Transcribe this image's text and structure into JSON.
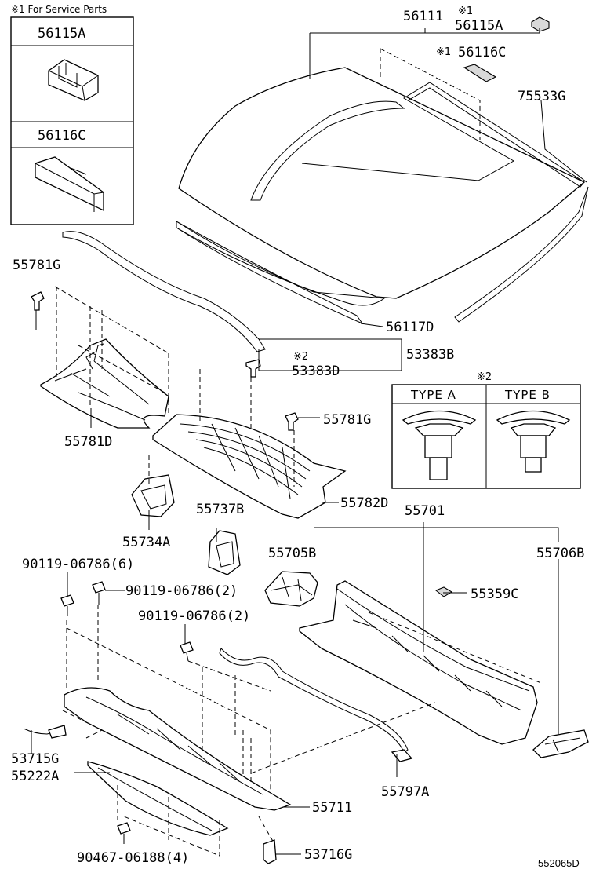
{
  "service_box": {
    "header": "※1 For Service Parts",
    "cell1": "56115A",
    "cell2": "56116C"
  },
  "type_box": {
    "mark": "※2",
    "type_a": "TYPE  A",
    "type_b": "TYPE  B"
  },
  "marks": {
    "m1a": "※1",
    "m1b": "※1",
    "m2": "※2"
  },
  "labels": {
    "p56111": "56111",
    "p56115A": "56115A",
    "p56116C": "56116C",
    "p75533G": "75533G",
    "p55781G_1": "55781G",
    "p56117D": "56117D",
    "p53383B": "53383B",
    "p53383D": "53383D",
    "p55781G_2": "55781G",
    "p55781D": "55781D",
    "p55737B": "55737B",
    "p55782D": "55782D",
    "p55701": "55701",
    "p55734A": "55734A",
    "p55705B": "55705B",
    "p55706B": "55706B",
    "p90119_6": "90119-06786(6)",
    "p90119_2a": "90119-06786(2)",
    "p55359C": "55359C",
    "p90119_2b": "90119-06786(2)",
    "p53715G": "53715G",
    "p55222A": "55222A",
    "p55711": "55711",
    "p55797A": "55797A",
    "p90467": "90467-06188(4)",
    "p53716G": "53716G"
  },
  "diagram_id": "552065D"
}
